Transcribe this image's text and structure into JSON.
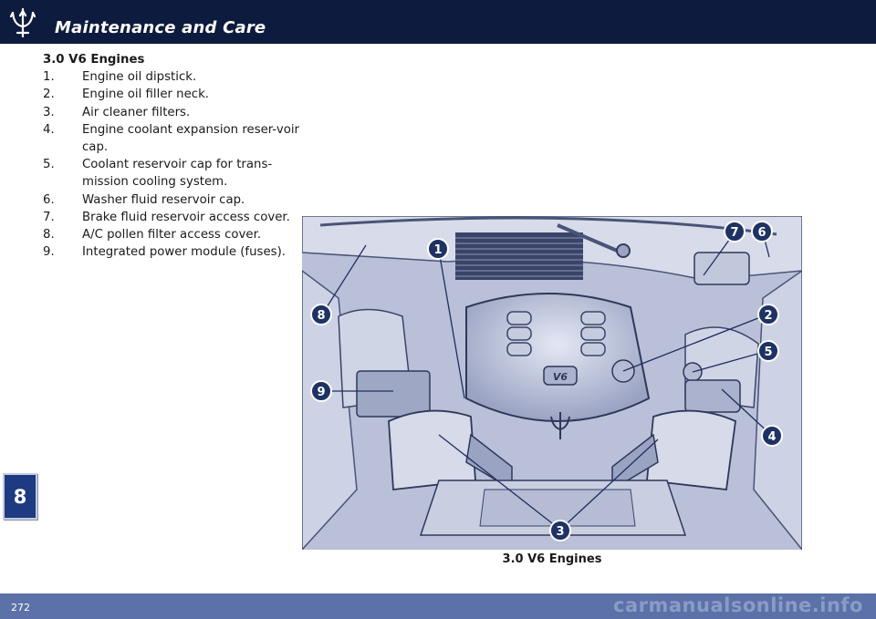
{
  "header": {
    "section_title": "Maintenance and Care",
    "logo_icon": "trident-icon"
  },
  "side_tab": {
    "chapter": "8"
  },
  "content": {
    "heading": "3.0 V6 Engines",
    "items": [
      {
        "num": "1.",
        "text": "Engine oil dipstick."
      },
      {
        "num": "2.",
        "text": "Engine oil filler neck."
      },
      {
        "num": "3.",
        "text": "Air cleaner filters."
      },
      {
        "num": "4.",
        "text": "Engine coolant expansion reser-voir cap."
      },
      {
        "num": "5.",
        "text": "Coolant reservoir cap for trans-mission cooling system."
      },
      {
        "num": "6.",
        "text": "Washer fluid reservoir cap."
      },
      {
        "num": "7.",
        "text": "Brake fluid reservoir access cover."
      },
      {
        "num": "8.",
        "text": "A/C pollen filter access cover."
      },
      {
        "num": "9.",
        "text": "Integrated power module (fuses)."
      }
    ]
  },
  "figure": {
    "callouts": [
      "1",
      "2",
      "3",
      "4",
      "5",
      "6",
      "7",
      "8",
      "9"
    ],
    "engine_badge": "V6",
    "caption": "3.0 V6 Engines"
  },
  "footer": {
    "page_number": "272",
    "watermark": "carmanualsonline.info"
  },
  "colors": {
    "header_bg": "#0d1b3e",
    "tab_bg": "#1e3a80",
    "footer_bg": "#5b71a8",
    "callout": "#1e3264"
  }
}
